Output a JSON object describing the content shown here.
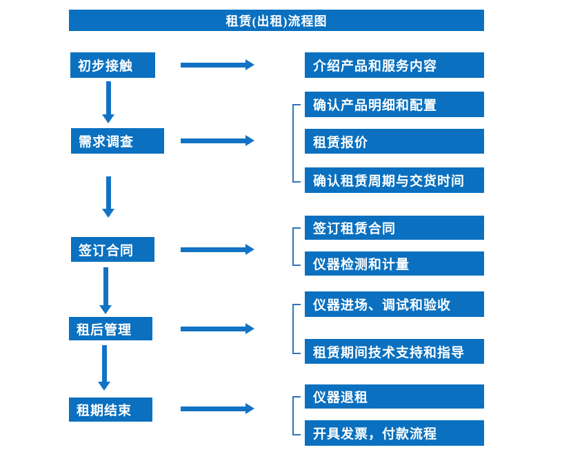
{
  "flow": {
    "title": "租赁(出租)流程图",
    "stages": [
      {
        "label": "初步接触",
        "items": [
          "介绍产品和服务内容"
        ]
      },
      {
        "label": "需求调查",
        "items": [
          "确认产品明细和配置",
          "租赁报价",
          "确认租赁周期与交货时间"
        ]
      },
      {
        "label": "签订合同",
        "items": [
          "签订租赁合同",
          "仪器检测和计量"
        ]
      },
      {
        "label": "租后管理",
        "items": [
          "仪器进场、调试和验收",
          "租赁期间技术支持和指导"
        ]
      },
      {
        "label": "租期结束",
        "items": [
          "仪器退租",
          "开具发票，付款流程"
        ]
      }
    ]
  },
  "colors": {
    "box": "#0a70bf",
    "arrow": "#1273c4",
    "bracket": "#2e75b6",
    "text": "#ffffff",
    "background": "#ffffff"
  }
}
